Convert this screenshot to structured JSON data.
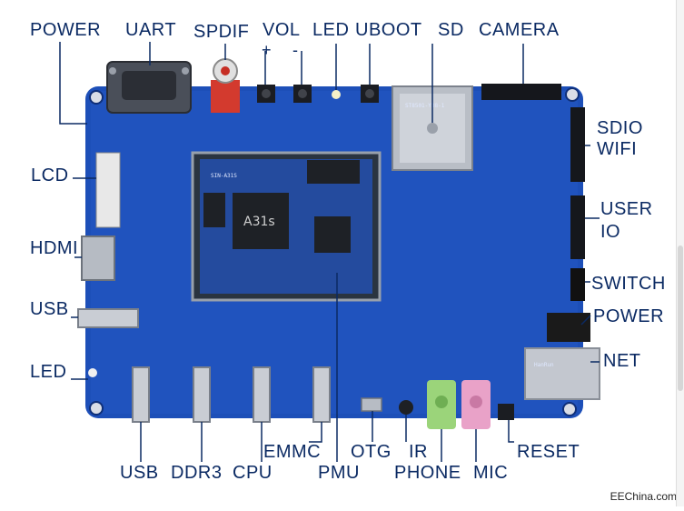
{
  "board_labels": {
    "top": [
      "POWER",
      "UART",
      "SPDIF",
      "VOL",
      "+",
      "-",
      "LED",
      "UBOOT",
      "SD",
      "CAMERA"
    ],
    "left": [
      "LCD",
      "HDMI",
      "USB",
      "LED"
    ],
    "right": [
      "SDIO",
      "WIFI",
      "USER",
      "IO",
      "SWITCH",
      "POWER",
      "NET"
    ],
    "bottom": [
      "USB",
      "DDR3",
      "CPU",
      "EMMC",
      "PMU",
      "OTG",
      "IR",
      "PHONE",
      "MIC",
      "RESET"
    ]
  },
  "chip_text": {
    "soc_brand": "A31s",
    "module_name": "SIN-A31S",
    "sd_slot": "ST8501-Y38-1",
    "net_jack": "HanRun"
  },
  "watermark": "EEChina.com",
  "colors": {
    "pcb": "#1d4fb8",
    "pcb_dark": "#163f98",
    "label": "#0b2a63",
    "phone_jack": "#9bd47a",
    "mic_jack": "#e9a2c8"
  }
}
